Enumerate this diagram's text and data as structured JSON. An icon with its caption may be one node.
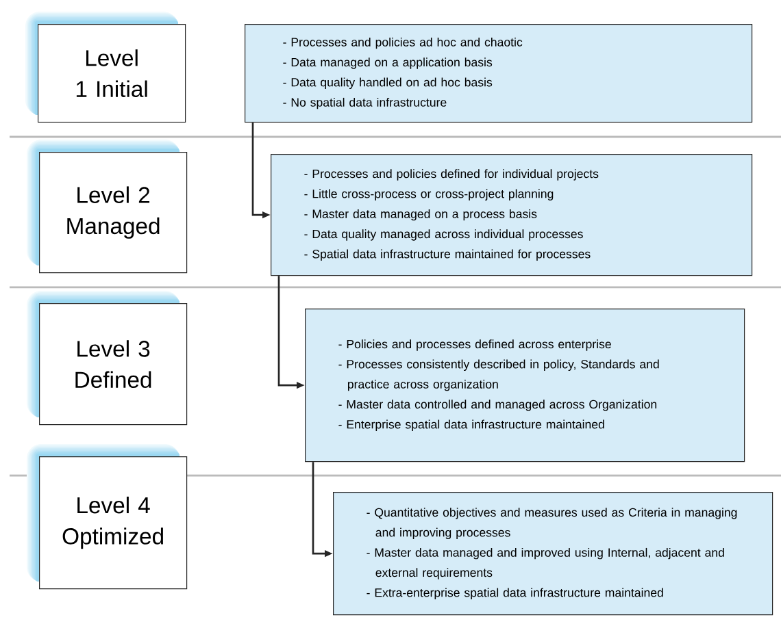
{
  "diagram": {
    "nodes": [
      {
        "text": [
          "Level 1 Initial"
        ]
      },
      {
        "text": [
          "Level 2 Managed"
        ]
      },
      {
        "text": [
          "Level 3 Defined"
        ]
      },
      {
        "text": [
          "Level 4 Optimized"
        ]
      },
      {
        "text": [
          "- Processes and policies ad hoc and chaotic",
          "- Data managed on a application basis",
          "- Data quality handled on ad hoc basis",
          "- No spatial data infrastructure"
        ]
      },
      {
        "text": [
          "- Processes and policies defined for individual projects",
          "- Little cross-process or cross-project planning",
          "- Master data managed on a process basis",
          "- Data quality managed across individual processes",
          "- Spatial data infrastructure maintained for processes"
        ]
      },
      {
        "text": [
          "- Policies and processes defined across enterprise",
          "- Processes consistently described in policy, Standards and practice across organization",
          "- Master data controlled and managed across Organization",
          "- Enterprise spatial data infrastructure maintained"
        ]
      },
      {
        "text": [
          "- Quantitative objectives and measures used as Criteria in managing and improving processes",
          "- Master data managed and improved using Internal, adjacent and external requirements",
          "- Extra-enterprise spatial data infrastructure maintained"
        ]
      }
    ],
    "edges": [
      {
        "from": 4,
        "to": 5,
        "arrow": "to"
      },
      {
        "from": 5,
        "to": 6,
        "arrow": "to"
      },
      {
        "from": 6,
        "to": 7,
        "arrow": "to"
      }
    ]
  }
}
